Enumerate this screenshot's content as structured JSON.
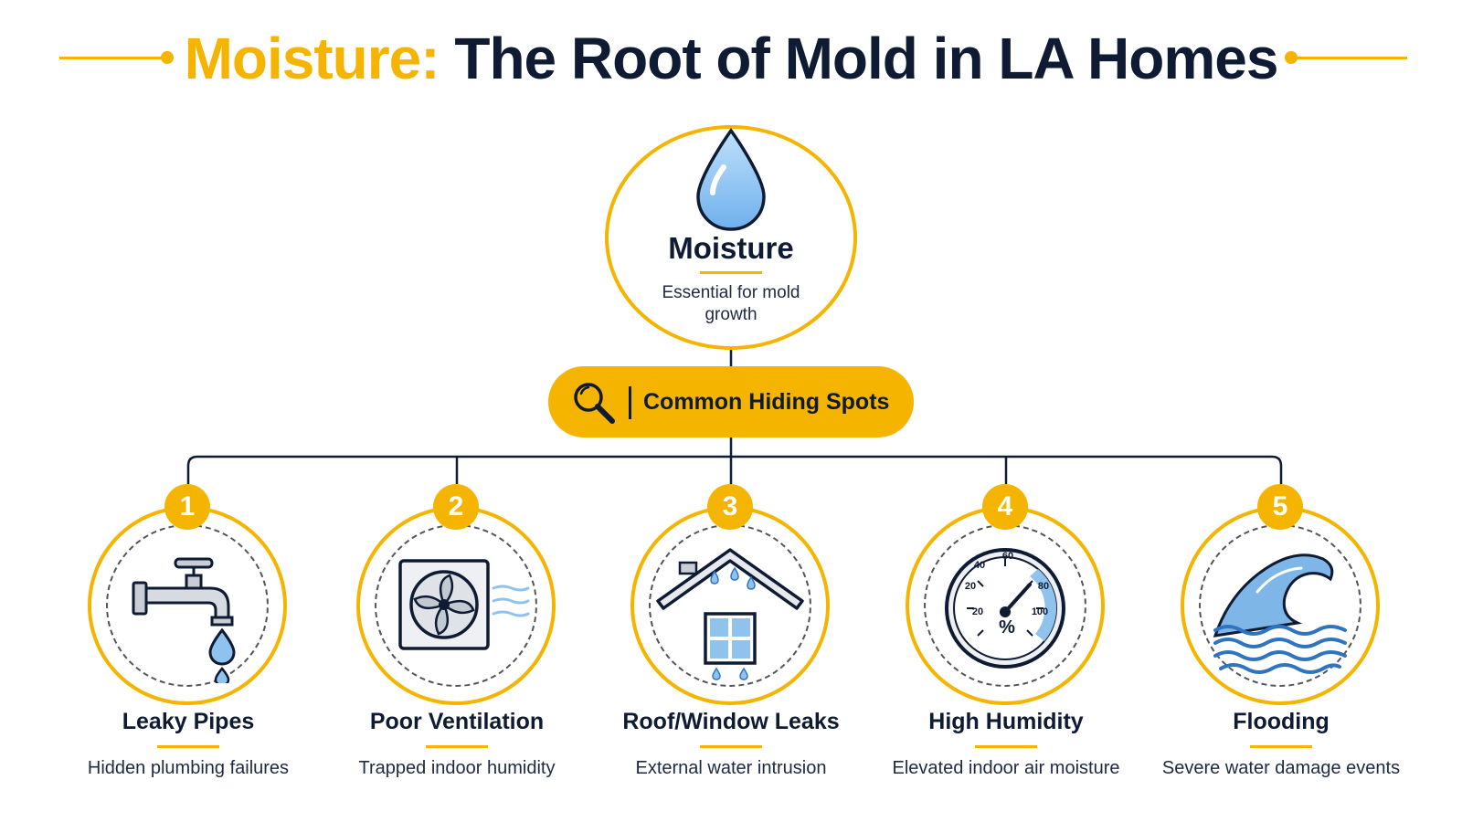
{
  "title": {
    "accent": "Moisture:",
    "rest": "The Root of Mold in LA Homes"
  },
  "center": {
    "name": "Moisture",
    "description": "Essential for mold growth"
  },
  "hub": {
    "label": "Common Hiding Spots"
  },
  "spots": [
    {
      "number": "1",
      "name": "Leaky Pipes",
      "description": "Hidden plumbing failures",
      "icon": "faucet-icon"
    },
    {
      "number": "2",
      "name": "Poor Ventilation",
      "description": "Trapped indoor humidity",
      "icon": "exhaust-fan-icon"
    },
    {
      "number": "3",
      "name": "Roof/Window Leaks",
      "description": "External water intrusion",
      "icon": "house-leak-icon"
    },
    {
      "number": "4",
      "name": "High Humidity",
      "description": "Elevated indoor air moisture",
      "icon": "hygrometer-icon"
    },
    {
      "number": "5",
      "name": "Flooding",
      "description": "Severe water damage events",
      "icon": "wave-icon"
    }
  ],
  "gauge": {
    "ticks": [
      "60",
      "40",
      "80",
      "20",
      "20",
      "100"
    ],
    "unit": "%"
  },
  "colors": {
    "accent": "#f4b400",
    "navy": "#0f1b33",
    "water": "#8fc3ee",
    "water_dark": "#2f74c0"
  }
}
